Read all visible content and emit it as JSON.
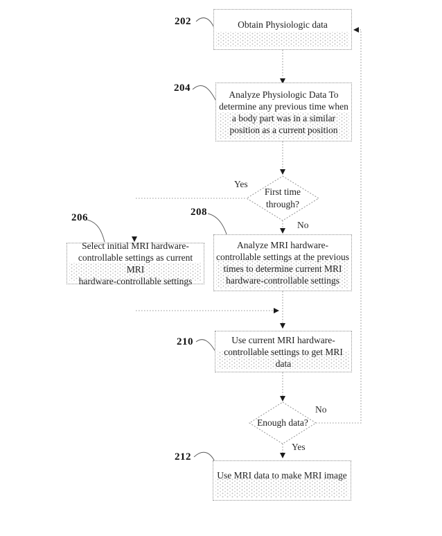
{
  "figure": {
    "colors": {
      "background": "#ffffff",
      "line": "#9a9a9a",
      "text": "#222222",
      "arrowhead": "#1c1c1c"
    },
    "steps": {
      "s202": {
        "ref": "202",
        "text": "Obtain Physiologic data"
      },
      "s204": {
        "ref": "204",
        "text": "Analyze Physiologic Data To\ndetermine any previous time when\na body part was in a similar\nposition as a current position"
      },
      "s206": {
        "ref": "206",
        "text": "Select initial MRI hardware-\ncontrollable settings as current MRI\nhardware-controllable settings"
      },
      "s208": {
        "ref": "208",
        "text": "Analyze MRI hardware-\ncontrollable settings at the previous\ntimes to determine current MRI\nhardware-controllable settings"
      },
      "s210": {
        "ref": "210",
        "text": "Use current MRI hardware-\ncontrollable settings to get MRI\ndata"
      },
      "s212": {
        "ref": "212",
        "text": "Use MRI data to make MRI image"
      }
    },
    "decisions": {
      "d1": {
        "text": "First time\nthrough?"
      },
      "d2": {
        "text": "Enough data?"
      }
    },
    "branch_labels": {
      "yes1": "Yes",
      "no1": "No",
      "no2": "No",
      "yes2": "Yes"
    }
  }
}
